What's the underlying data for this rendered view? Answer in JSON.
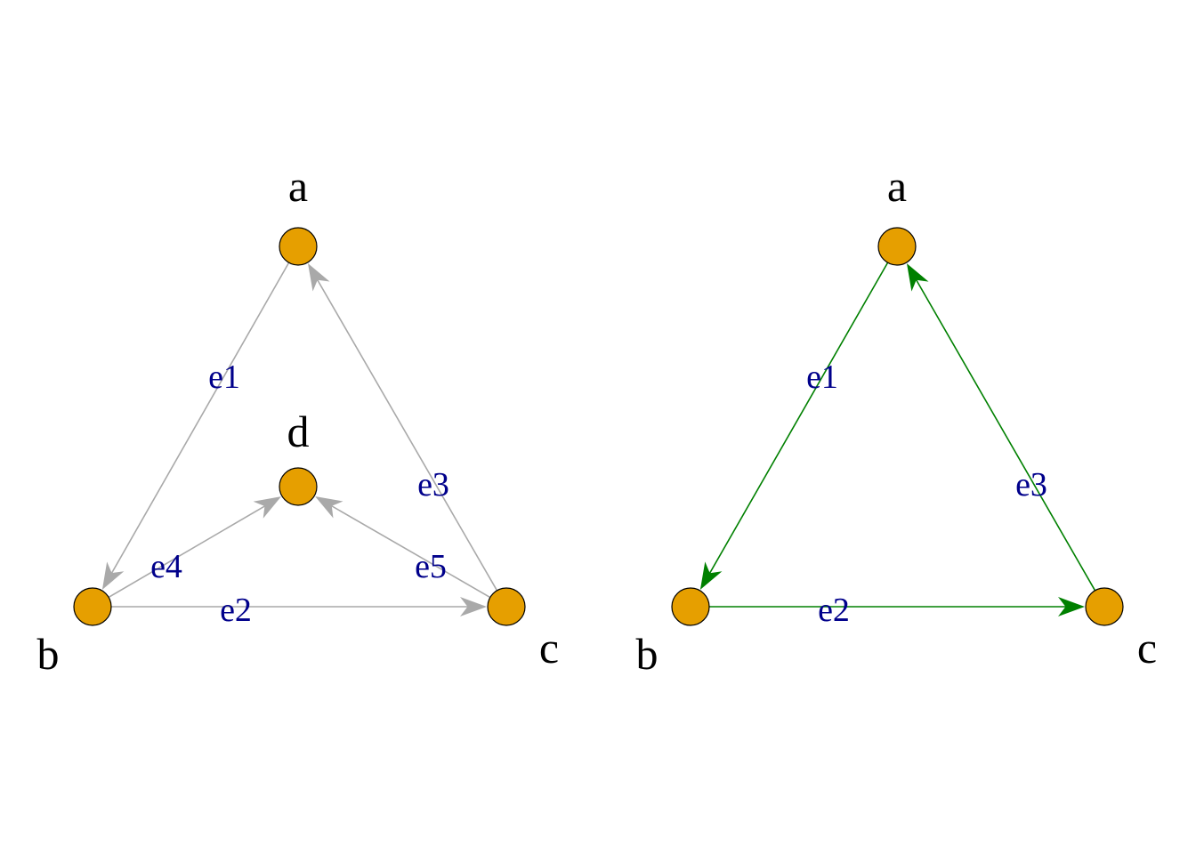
{
  "colors": {
    "node_fill": "#E69F00",
    "node_border": "#000000",
    "edge_default": "#A9A9A9",
    "edge_highlight": "#008000",
    "edge_label": "#00008B",
    "vertex_label": "#000000",
    "background": "#FFFFFF"
  },
  "graphs": [
    {
      "id": "left",
      "vertices": [
        {
          "id": "a",
          "label": "a"
        },
        {
          "id": "b",
          "label": "b"
        },
        {
          "id": "c",
          "label": "c"
        },
        {
          "id": "d",
          "label": "d"
        }
      ],
      "edges": [
        {
          "id": "e1",
          "label": "e1",
          "from": "a",
          "to": "b",
          "color": "#A9A9A9"
        },
        {
          "id": "e2",
          "label": "e2",
          "from": "b",
          "to": "c",
          "color": "#A9A9A9"
        },
        {
          "id": "e3",
          "label": "e3",
          "from": "c",
          "to": "a",
          "color": "#A9A9A9"
        },
        {
          "id": "e4",
          "label": "e4",
          "from": "b",
          "to": "d",
          "color": "#A9A9A9"
        },
        {
          "id": "e5",
          "label": "e5",
          "from": "c",
          "to": "d",
          "color": "#A9A9A9"
        }
      ]
    },
    {
      "id": "right",
      "vertices": [
        {
          "id": "a",
          "label": "a"
        },
        {
          "id": "b",
          "label": "b"
        },
        {
          "id": "c",
          "label": "c"
        }
      ],
      "edges": [
        {
          "id": "e1",
          "label": "e1",
          "from": "a",
          "to": "b",
          "color": "#008000"
        },
        {
          "id": "e2",
          "label": "e2",
          "from": "b",
          "to": "c",
          "color": "#008000"
        },
        {
          "id": "e3",
          "label": "e3",
          "from": "c",
          "to": "a",
          "color": "#008000"
        }
      ]
    }
  ]
}
